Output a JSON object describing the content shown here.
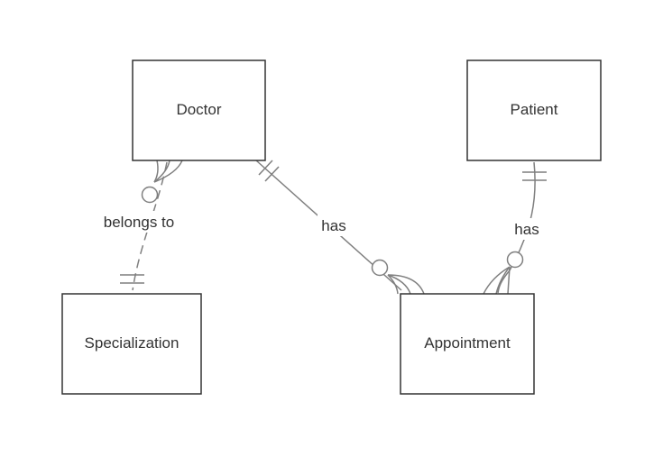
{
  "entities": {
    "doctor": "Doctor",
    "patient": "Patient",
    "specialization": "Specialization",
    "appointment": "Appointment"
  },
  "relationships": {
    "doctor_specialization": "belongs to",
    "doctor_appointment": "has",
    "patient_appointment": "has"
  },
  "colors": {
    "entity_border": "#333333",
    "line": "#7f7f7f",
    "text": "#333333",
    "background": "#ffffff"
  }
}
